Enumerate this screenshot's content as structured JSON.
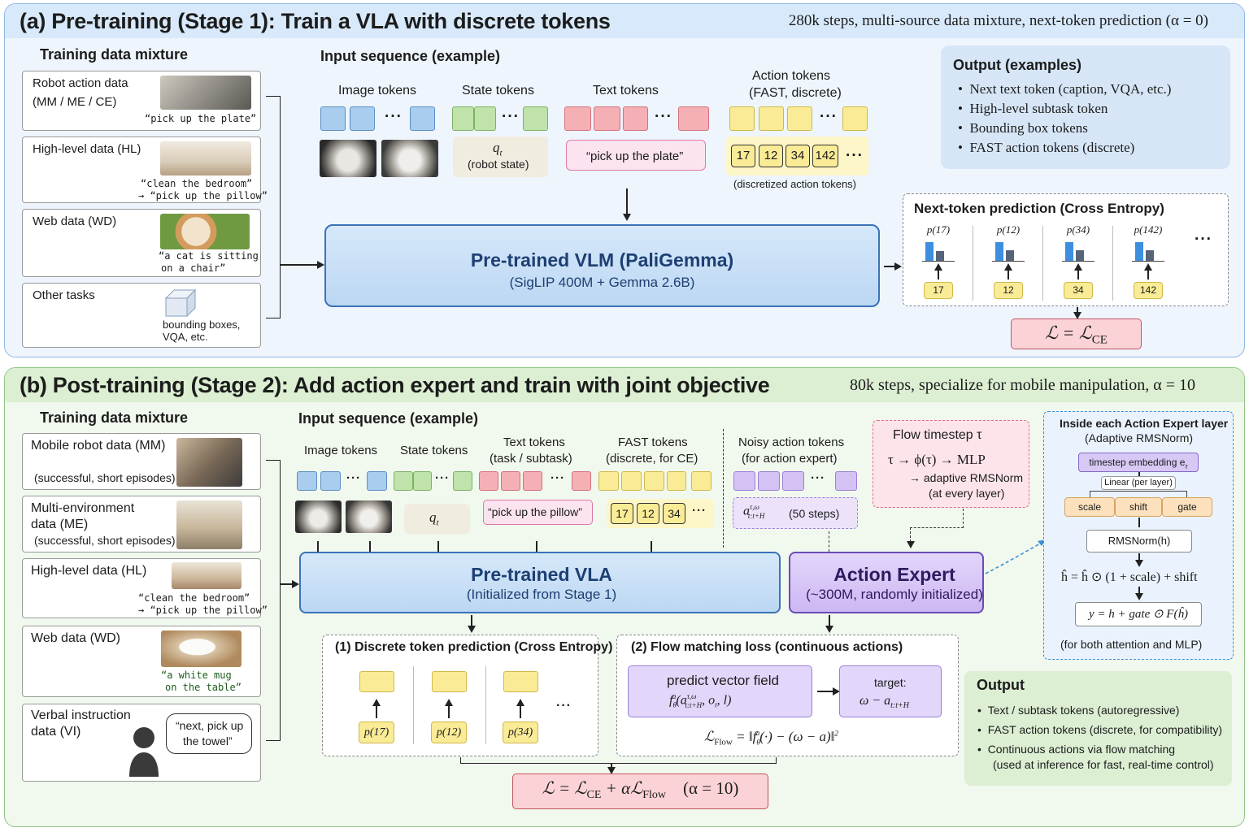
{
  "stage1": {
    "title": "(a) Pre-training (Stage 1): Train a VLA with discrete tokens",
    "note": "280k steps, multi-source data mixture, next-token prediction (α = 0)",
    "mixture_title": "Training data mixture",
    "data": [
      {
        "label": "Robot action data",
        "sub": "(MM / ME / CE)",
        "caption": "“pick up the plate”"
      },
      {
        "label": "High-level data (HL)",
        "caption1": "“clean the bedroom”",
        "caption2": "→ “pick up the pillow”"
      },
      {
        "label": "Web data (WD)",
        "caption1": "“a cat is sitting",
        "caption2": "on a chair”"
      },
      {
        "label": "Other tasks",
        "caption1": "bounding boxes,",
        "caption2": "VQA, etc."
      }
    ],
    "input_title": "Input sequence (example)",
    "image_tokens": "Image tokens",
    "state_tokens": "State tokens",
    "text_tokens": "Text tokens",
    "action_tokens1": "Action tokens",
    "action_tokens2": "(FAST, discrete)",
    "state_sym": "q",
    "state_sub": "t",
    "state_label": "(robot state)",
    "text_example": "“pick up the plate”",
    "action_nums": [
      "17",
      "12",
      "34",
      "142"
    ],
    "action_caption": "(discretized action tokens)",
    "vlm_title": "Pre-trained VLM (PaliGemma)",
    "vlm_sub": "(SigLIP 400M + Gemma 2.6B)",
    "output_title": "Output (examples)",
    "outputs": [
      "Next text token (caption, VQA, etc.)",
      "High-level subtask token",
      "Bounding box tokens",
      "FAST action tokens (discrete)"
    ],
    "ntp_title": "Next-token prediction (Cross Entropy)",
    "probs": [
      {
        "label": "p(17)",
        "token": "17",
        "bars": [
          0.9,
          0.45
        ]
      },
      {
        "label": "p(12)",
        "token": "12",
        "bars": [
          0.9,
          0.5
        ]
      },
      {
        "label": "p(34)",
        "token": "34",
        "bars": [
          0.9,
          0.5
        ]
      },
      {
        "label": "p(142)",
        "token": "142",
        "bars": [
          0.9,
          0.5
        ]
      }
    ],
    "loss": "ℒ = ℒ",
    "loss_sub": "CE",
    "dots": "···"
  },
  "stage2": {
    "title": "(b) Post-training (Stage 2): Add action expert and train with joint objective",
    "note": "80k steps, specialize for mobile manipulation,  α = 10",
    "mixture_title": "Training data mixture",
    "data": [
      {
        "label": "Mobile robot data (MM)",
        "sub": "(successful, short episodes)"
      },
      {
        "label1": "Multi-environment",
        "label2": "data (ME)",
        "sub": "(successful, short episodes)"
      },
      {
        "label": "High-level data (HL)",
        "caption1": "“clean the bedroom”",
        "caption2": "→ “pick up the pillow”"
      },
      {
        "label": "Web data (WD)",
        "caption1": "“a white mug",
        "caption2": "on the table”"
      },
      {
        "label1": "Verbal instruction",
        "label2": "data (VI)",
        "bubble1": "“next, pick up",
        "bubble2": "the towel”"
      }
    ],
    "input_title": "Input sequence (example)",
    "image_tokens": "Image tokens",
    "state_tokens": "State tokens",
    "text_tokens1": "Text tokens",
    "text_tokens2": "(task / subtask)",
    "fast_tokens1": "FAST tokens",
    "fast_tokens2": "(discrete, for CE)",
    "noisy_tokens1": "Noisy action tokens",
    "noisy_tokens2": "(for action expert)",
    "state_sym": "q",
    "state_sub": "t",
    "text_example": "“pick up the pillow”",
    "fast_nums": [
      "17",
      "12",
      "34"
    ],
    "noisy_example": "(50 steps)",
    "flow_title": "Flow timestep τ",
    "flow_line1": "τ → ϕ(τ) → MLP",
    "flow_line2": "→ adaptive RMSNorm",
    "flow_line3": "(at every layer)",
    "vla_title": "Pre-trained VLA",
    "vla_sub": "(Initialized from Stage 1)",
    "expert_title": "Action Expert",
    "expert_sub": "(~300M, randomly initialized)",
    "inside_title": "Inside each Action Expert layer",
    "inside_sub": "(Adaptive RMSNorm)",
    "timestep_emb": "timestep embedding e",
    "linear": "Linear (per layer)",
    "scale": "scale",
    "shift": "shift",
    "gate": "gate",
    "rmsnorm": "RMSNorm(h)",
    "hhat_eq": "ĥ = ĥ ⊙ (1 + scale) + shift",
    "y_eq": "y = h + gate ⊙ F(ĥ)",
    "both": "(for both attention and MLP)",
    "disc_title": "(1) Discrete token prediction (Cross Entropy)",
    "disc_probs": [
      "p(17)",
      "p(12)",
      "p(34)"
    ],
    "flow_loss_title": "(2) Flow matching loss (continuous actions)",
    "predict": "predict vector field",
    "target": "target:",
    "target_eq": "ω − a",
    "target_sub": "t:t+H",
    "flow_eq": "ℒ",
    "flow_eq_rest": " = ‖f",
    "flow_eq_tail": "(·) − (ω − a)‖",
    "joint_loss": "ℒ = ℒ",
    "joint_loss_mid": " + αℒ",
    "joint_loss_tail": "(α = 10)",
    "output_title": "Output",
    "outputs": [
      "Text / subtask tokens (autoregressive)",
      "FAST action tokens (discrete, for compatibility)",
      "Continuous actions via flow matching"
    ],
    "outputs_extra": "(used at inference for fast, real-time control)",
    "dots": "···"
  },
  "colors": {
    "stage1_bg": "#eef5fd",
    "stage1_hdr": "#d8e9fb",
    "stage2_bg": "#f1f8ee",
    "stage2_hdr": "#dcefd3"
  }
}
